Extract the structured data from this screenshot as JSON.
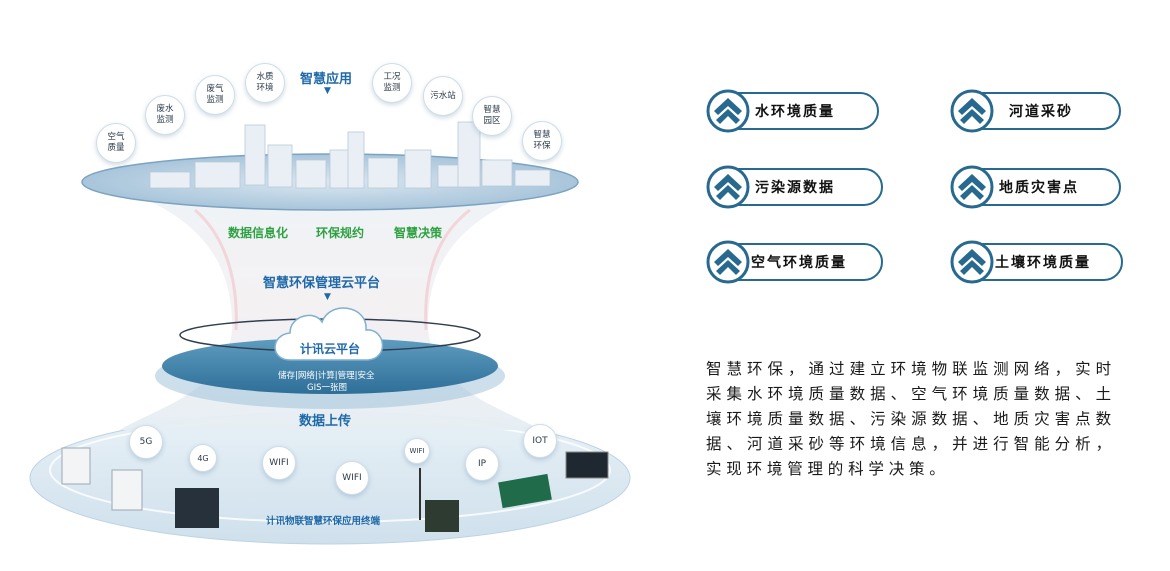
{
  "diagram": {
    "top_title": "智慧应用",
    "app_bubbles": [
      "空气\n质量",
      "废水\n监测",
      "废气\n监测",
      "水质\n环境",
      "工况\n监测",
      "污水站",
      "智慧\n园区",
      "智慧\n环保"
    ],
    "mid_labels": [
      "数据信息化",
      "环保规约",
      "智慧决策"
    ],
    "platform_title": "智慧环保管理云平台",
    "cloud_label": "计讯云平台",
    "cloud_sub_1": "储存|网络|计算|管理|安全",
    "cloud_sub_2": "GIS一张图",
    "upload_title": "数据上传",
    "net_chips": [
      "5G",
      "4G",
      "WIFI",
      "WIFI",
      "WIFI",
      "IP",
      "IOT"
    ],
    "terminal_label": "计讯物联智慧环保应用终端"
  },
  "tags": [
    {
      "label": "水环境质量"
    },
    {
      "label": "河道采砂"
    },
    {
      "label": "污染源数据"
    },
    {
      "label": "地质灾害点"
    },
    {
      "label": "空气环境质量"
    },
    {
      "label": "土壤环境质量"
    }
  ],
  "description": "智慧环保，通过建立环境物联监测网络，实时采集水环境质量数据、空气环境质量数据、土壤环境质量数据、污染源数据、地质灾害点数据、河道采砂等环境信息，并进行智能分析，实现环境管理的科学决策。",
  "colors": {
    "accent_blue": "#1f69a8",
    "accent_green": "#2fa142",
    "tag_border": "#27698f"
  }
}
